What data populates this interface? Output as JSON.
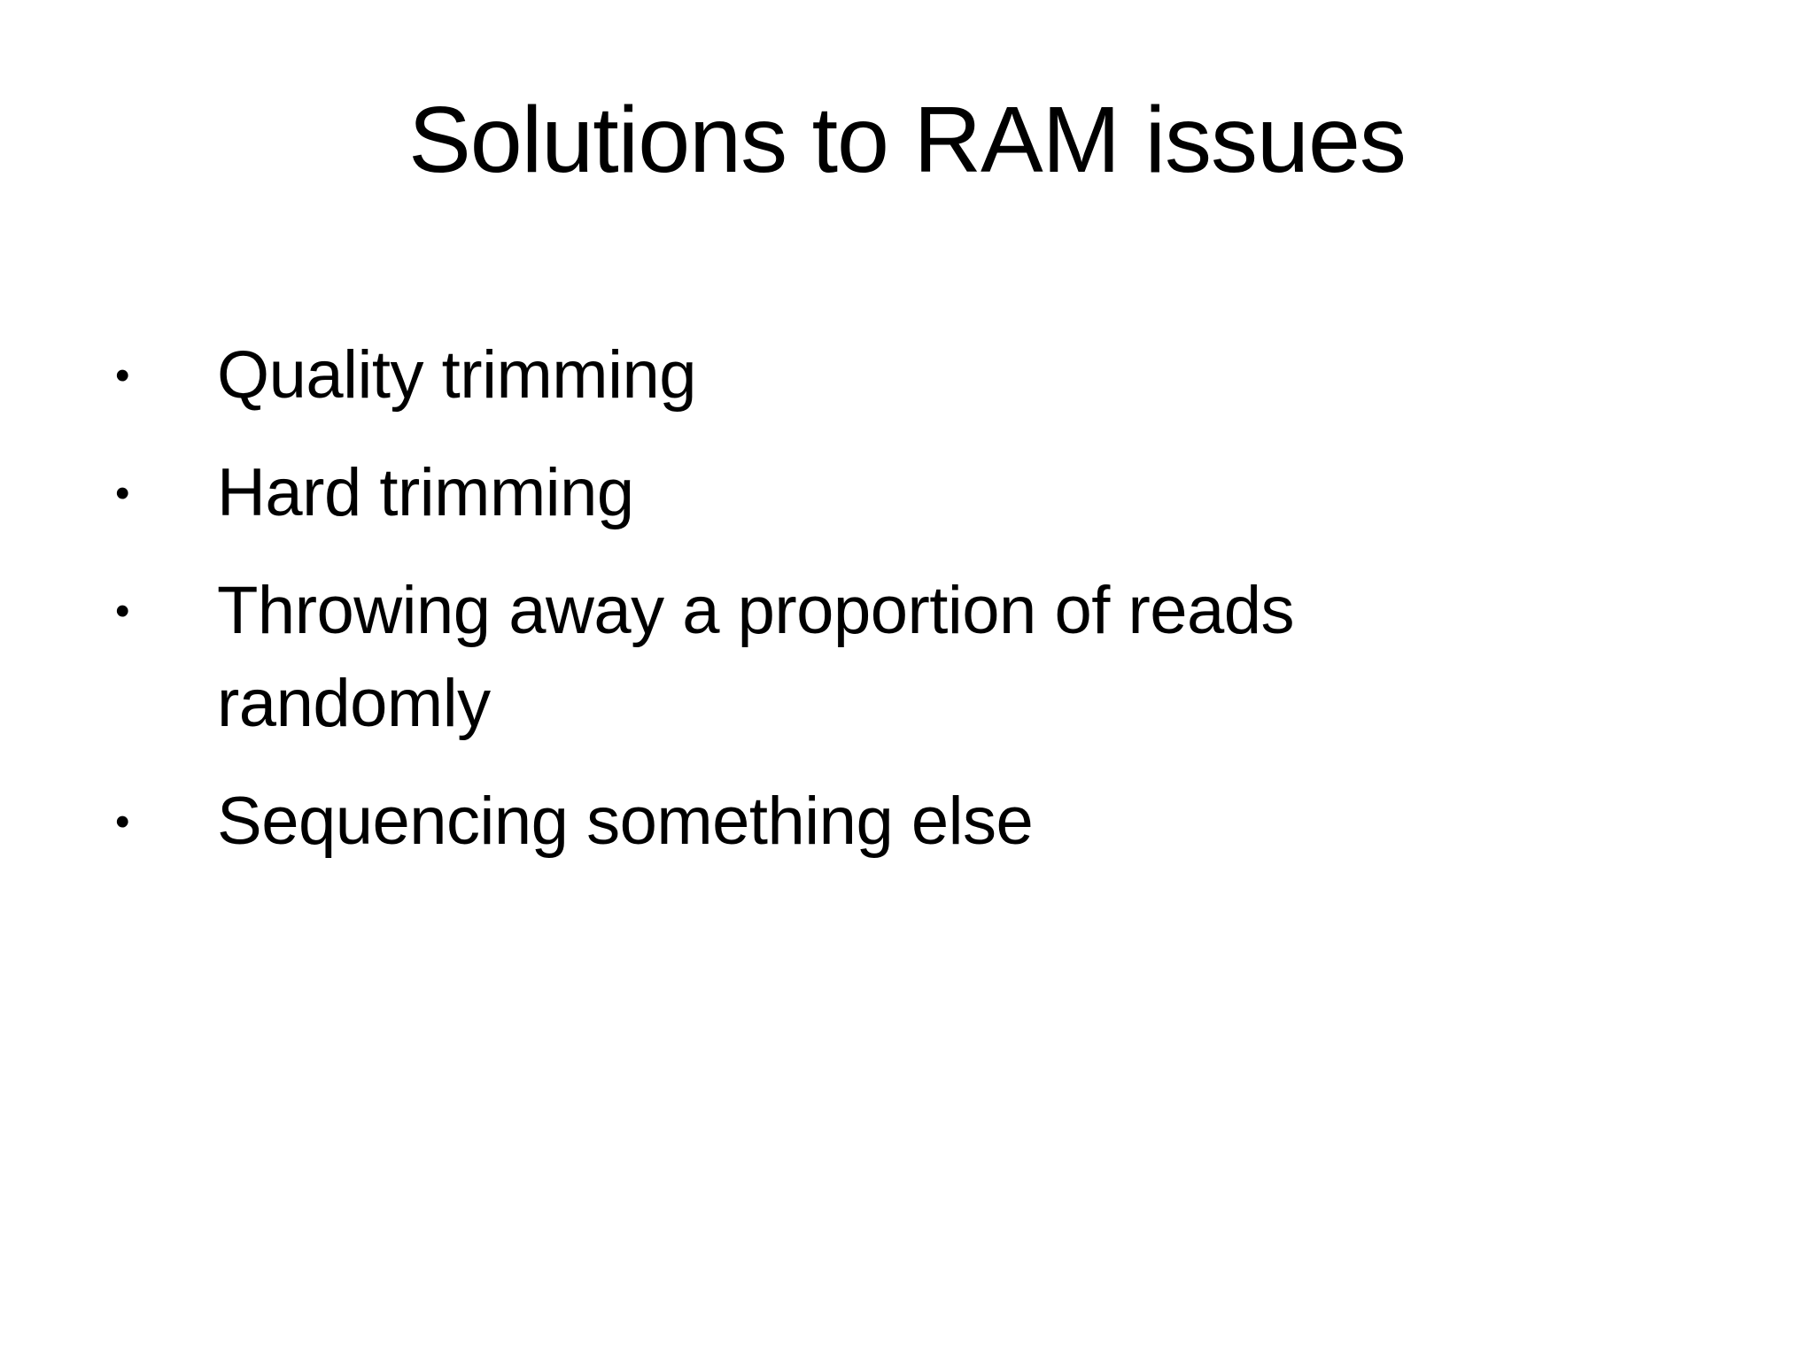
{
  "slide": {
    "title": "Solutions to RAM issues",
    "bullet_char": "•",
    "bullets": [
      "Quality trimming",
      "Hard trimming",
      "Throwing away a proportion of reads randomly",
      "Sequencing something else"
    ],
    "colors": {
      "background": "#ffffff",
      "text": "#000000"
    }
  }
}
